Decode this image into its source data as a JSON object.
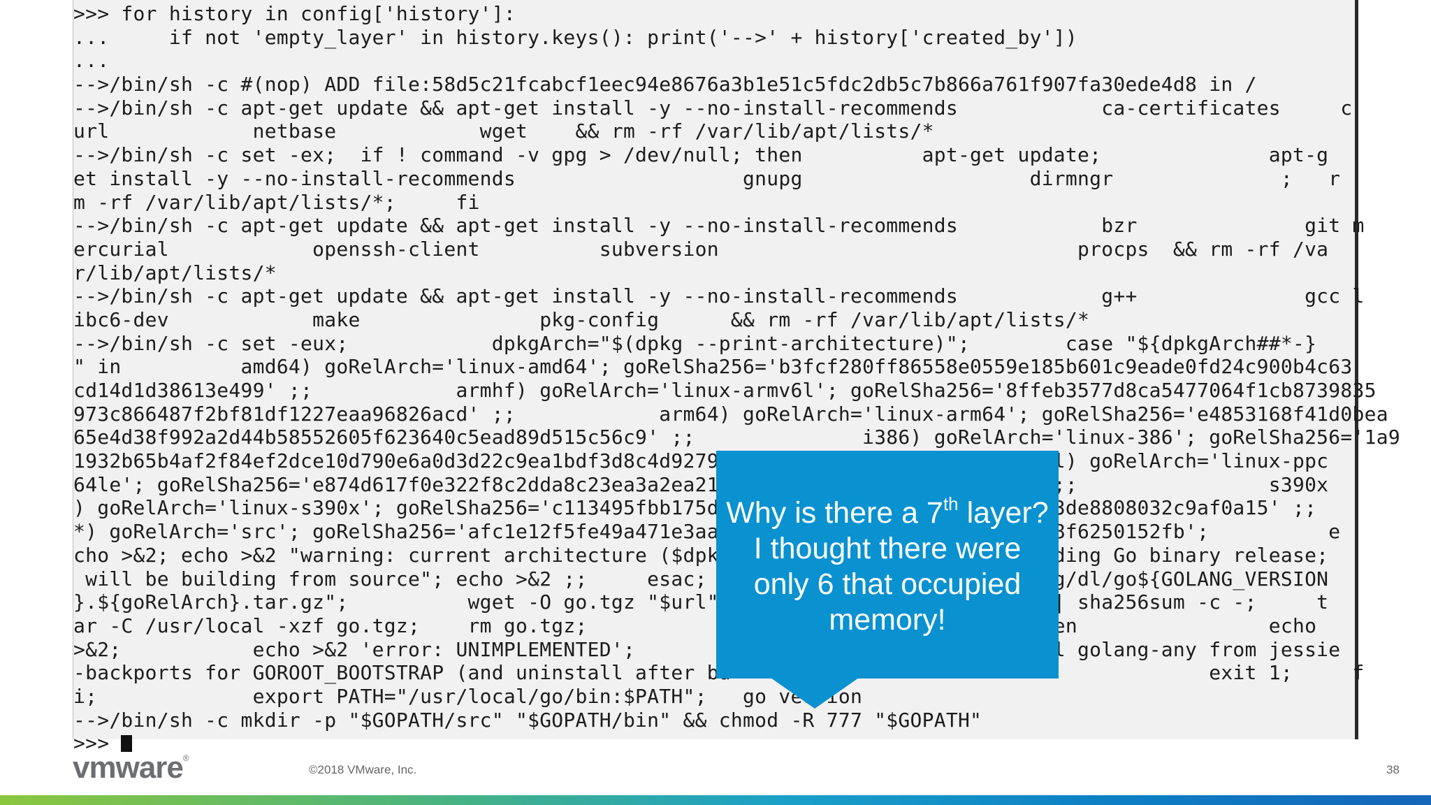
{
  "terminal": {
    "lines": [
      ">>> for history in config['history']:",
      "...     if not 'empty_layer' in history.keys(): print('-->' + history['created_by'])",
      "...",
      "-->/bin/sh -c #(nop) ADD file:58d5c21fcabcf1eec94e8676a3b1e51c5fdc2db5c7b866a761f907fa30ede4d8 in /",
      "-->/bin/sh -c apt-get update && apt-get install -y --no-install-recommends            ca-certificates     c",
      "url            netbase            wget    && rm -rf /var/lib/apt/lists/*",
      "-->/bin/sh -c set -ex;  if ! command -v gpg > /dev/null; then          apt-get update;              apt-g",
      "et install -y --no-install-recommends                   gnupg                   dirmngr              ;   r",
      "m -rf /var/lib/apt/lists/*;     fi",
      "-->/bin/sh -c apt-get update && apt-get install -y --no-install-recommends            bzr              git m",
      "ercurial            openssh-client          subversion                              procps  && rm -rf /va",
      "r/lib/apt/lists/*",
      "-->/bin/sh -c apt-get update && apt-get install -y --no-install-recommends            g++              gcc l",
      "ibc6-dev            make               pkg-config      && rm -rf /var/lib/apt/lists/*",
      "-->/bin/sh -c set -eux;            dpkgArch=\"$(dpkg --print-architecture)\";        case \"${dpkgArch##*-}",
      "\" in          amd64) goRelArch='linux-amd64'; goRelSha256='b3fcf280ff86558e0559e185b601c9eade0fd24c900b4c63",
      "cd14d1d38613e499' ;;            armhf) goRelArch='linux-armv6l'; goRelSha256='8ffeb3577d8ca5477064f1cb8739835",
      "973c866487f2bf81df1227eaa96826acd' ;;            arm64) goRelArch='linux-arm64'; goRelSha256='e4853168f41d0bea",
      "65e4d38f992a2d44b58552605f623640c5ead89d515c56c9' ;;              i386) goRelArch='linux-386'; goRelSha256='1a9",
      "1932b65b4af2f84ef2dce10d790e6a0d3d22c9ea1bdf3d8c4d9279c                         4el) goRelArch='linux-ppc",
      "64le'; goRelSha256='e874d617f0e322f8c2dda8c23ea3a2ea21c                         ' ;;                s390x",
      ") goRelArch='linux-s390x'; goRelSha256='c113495fbb175d6                         0b3de8808032c9af0a15' ;;",
      "*) goRelArch='src'; goRelSha256='afc1e12f5fe49a471e3aae                         de8f6250152fb';          e",
      "cho >&2; echo >&2 \"warning: current architecture ($dpkg                         onding Go binary release;",
      " will be building from source\"; echo >&2 ;;     esac;                           org/dl/go${GOLANG_VERSION",
      "}.${goRelArch}.tar.gz\";          wget -O go.tgz \"$url\";                         \" | sha256sum -c -;     t",
      "ar -C /usr/local -xzf go.tgz;    rm go.tgz;                                     then                echo",
      ">&2;           echo >&2 'error: UNIMPLEMENTED';                                  ll golang-any from jessie",
      "-backports for GOROOT_BOOTSTRAP (and uninstall after bu                                        exit 1;     f",
      "i;             export PATH=\"/usr/local/go/bin:$PATH\";   go version",
      "-->/bin/sh -c mkdir -p \"$GOPATH/src\" \"$GOPATH/bin\" && chmod -R 777 \"$GOPATH\"",
      ">>> "
    ]
  },
  "callout": {
    "line1_a": "Why is there a 7",
    "line1_sup": "th",
    "line1_b": " layer?",
    "line2": "I thought there were",
    "line3": "only 6 that occupied",
    "line4": "memory!"
  },
  "footer": {
    "logo_text": "vmware",
    "logo_reg": "®",
    "copyright": "©2018 VMware, Inc.",
    "page_number": "38"
  },
  "colors": {
    "callout_blue": "#0a91d0",
    "terminal_bg": "#f1f1f1",
    "footer_gradient_start": "#8cc63f",
    "footer_gradient_end": "#1565b8"
  }
}
